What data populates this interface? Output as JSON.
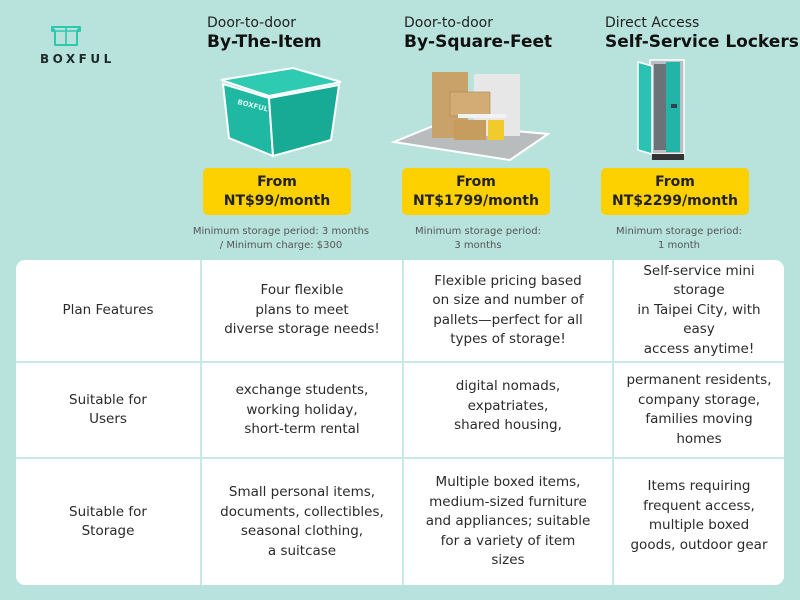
{
  "brand": {
    "name": "BOXFUL",
    "logo_icon": "open-box-icon",
    "accent": "#2fc7ae"
  },
  "plans": [
    {
      "subtitle": "Door-to-door",
      "name": "By-The-Item",
      "image": "storage-bin-image",
      "price_from": "From",
      "price": "NT$99/month",
      "note_line1": "Minimum storage period: 3 months",
      "note_line2": "/ Minimum charge: $300"
    },
    {
      "subtitle": "Door-to-door",
      "name": "By-Square-Feet",
      "image": "storage-room-image",
      "price_from": "From",
      "price": "NT$1799/month",
      "note_line1": "Minimum storage period:",
      "note_line2": "3 months"
    },
    {
      "subtitle": "Direct Access",
      "name": "Self-Service Lockers",
      "image": "locker-image",
      "price_from": "From",
      "price": "NT$2299/month",
      "note_line1": "Minimum storage period:",
      "note_line2": "1 month"
    }
  ],
  "table": {
    "rows": [
      {
        "label_l1": "Plan Features",
        "label_l2": "",
        "cells": [
          [
            "Four flexible",
            "plans to meet",
            "diverse storage needs!"
          ],
          [
            "Flexible pricing based",
            "on size and number of",
            "pallets—perfect for all",
            "types of storage!"
          ],
          [
            "Self-service mini storage",
            "in Taipei City, with easy",
            "access anytime!"
          ]
        ]
      },
      {
        "label_l1": "Suitable for",
        "label_l2": "Users",
        "cells": [
          [
            "exchange students,",
            "working holiday,",
            "short-term rental"
          ],
          [
            "digital nomads,",
            "expatriates,",
            "shared housing,"
          ],
          [
            "permanent residents,",
            "company storage,",
            "families moving homes"
          ]
        ]
      },
      {
        "label_l1": "Suitable for",
        "label_l2": "Storage",
        "cells": [
          [
            "Small personal items,",
            "documents, collectibles,",
            "seasonal clothing,",
            "a suitcase"
          ],
          [
            "Multiple boxed items,",
            "medium-sized furniture",
            "and appliances; suitable",
            "for a variety of item",
            "sizes"
          ],
          [
            "Items requiring",
            "frequent access,",
            "multiple boxed",
            "goods, outdoor gear"
          ]
        ]
      }
    ]
  }
}
